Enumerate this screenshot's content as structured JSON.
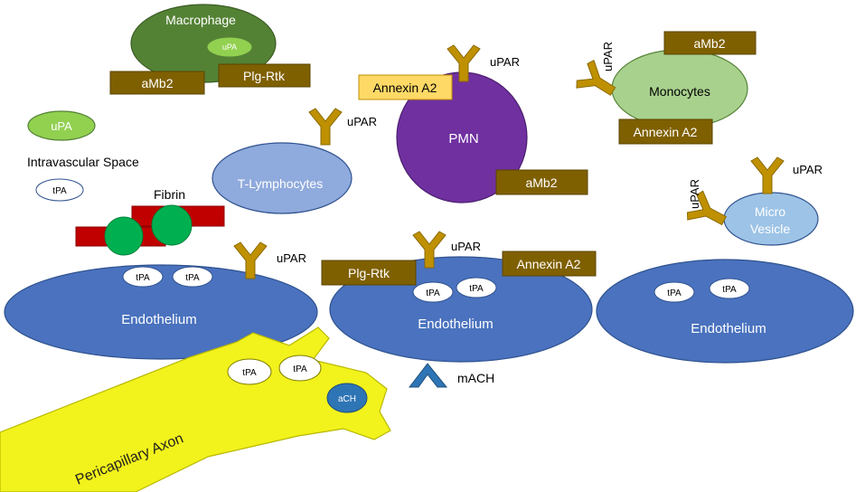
{
  "cells": {
    "macrophage": "Macrophage",
    "macrophage_upa": "uPA",
    "tlymphocytes": "T-Lymphocytes",
    "pmn": "PMN",
    "monocytes": "Monocytes",
    "microvesicle_line1": "Micro",
    "microvesicle_line2": "Vesicle",
    "endothelium_left": "Endothelium",
    "endothelium_middle": "Endothelium",
    "endothelium_right": "Endothelium",
    "axon": "Pericapillary Axon"
  },
  "labels": {
    "intravascular_space": "Intravascular Space",
    "fibrin": "Fibrin",
    "free_upa": "uPA",
    "free_tpa": "tPA"
  },
  "molecules": {
    "amb2_macrophage": "aMb2",
    "plgrtk_macrophage": "Plg-Rtk",
    "annexin_pmn": "Annexin A2",
    "amb2_pmn": "aMb2",
    "amb2_monocytes": "aMb2",
    "annexin_monocytes": "Annexin A2",
    "plgrtk_endo": "Plg-Rtk",
    "annexin_endo": "Annexin A2",
    "macH": "mACH",
    "aCH": "aCH"
  },
  "receptors": {
    "pmn": "uPAR",
    "tlymph": "uPAR",
    "monocytes": "uPAR",
    "microvesicle_top": "uPAR",
    "microvesicle_left": "uPAR",
    "endo_left": "uPAR",
    "endo_middle": "uPAR"
  },
  "tpa": {
    "endo_left_1": "tPA",
    "endo_left_2": "tPA",
    "endo_mid_1": "tPA",
    "endo_mid_2": "tPA",
    "endo_right_1": "tPA",
    "endo_right_2": "tPA",
    "axon_1": "tPA",
    "axon_2": "tPA"
  },
  "colors": {
    "endothelium": "#4a72be",
    "macrophage": "#548235",
    "pmn": "#7030a0",
    "monocytes": "#a9d18e",
    "tlymph": "#8faadc",
    "microvesicle": "#9dc3e6",
    "receptor": "#bf9000",
    "brown_box": "#7f6000",
    "annexin_highlight": "#ffd966",
    "fibrin": "#c00000",
    "fibrin_ball": "#00b050",
    "upa_light": "#92d050",
    "axon": "#f2f21c",
    "ach": "#2e75b6"
  }
}
